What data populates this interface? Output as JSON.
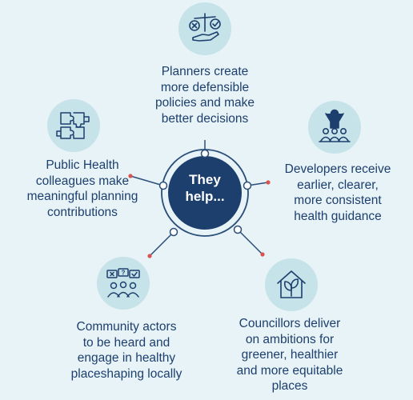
{
  "hub": {
    "line1": "They",
    "line2": "help..."
  },
  "actors": [
    {
      "icon": "scales-hand-icon",
      "lines": [
        "Planners create",
        "more defensible",
        "policies and make",
        "better decisions"
      ]
    },
    {
      "icon": "presenter-audience-icon",
      "lines": [
        "Developers receive",
        "earlier, clearer,",
        "more consistent",
        "health guidance"
      ]
    },
    {
      "icon": "house-leaf-icon",
      "lines": [
        "Councillors deliver",
        "on ambitions for",
        "greener, healthier",
        "and more equitable",
        "places"
      ]
    },
    {
      "icon": "speech-bubbles-people-icon",
      "lines": [
        "Community actors",
        "to be heard and",
        "engage in healthy",
        "placeshaping locally"
      ]
    },
    {
      "icon": "puzzle-hands-icon",
      "lines": [
        "Public Health",
        "colleagues make",
        "meaningful planning",
        "contributions"
      ]
    }
  ],
  "colors": {
    "navy": "#1d3f6e",
    "ring": "#2b4f7a",
    "accent": "#d9534f",
    "icon_bg": "#c6e3e9",
    "background": "#e7f3f6"
  }
}
